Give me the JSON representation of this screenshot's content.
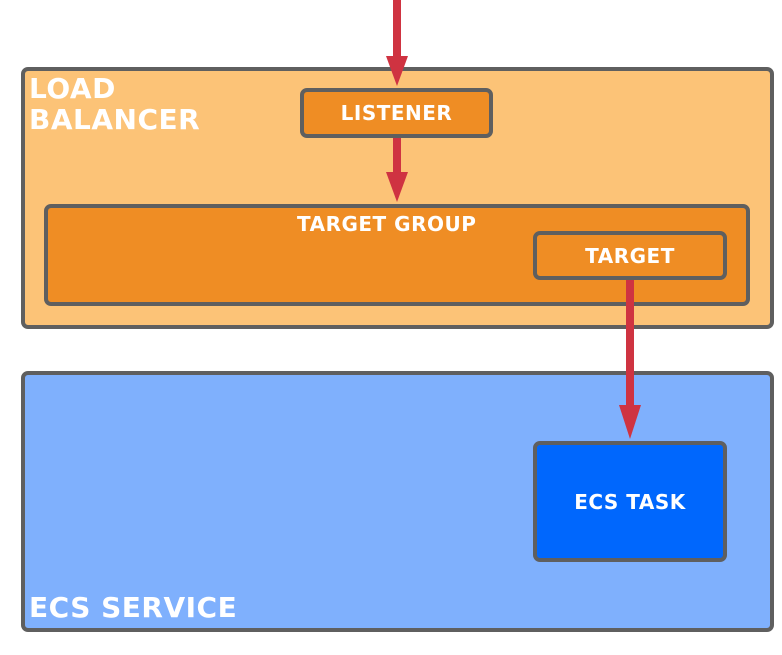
{
  "colors": {
    "load_balancer_fill": "#fcc377",
    "orange_component": "#ef8d24",
    "ecs_service_fill": "#7fb0fd",
    "ecs_task_fill": "#0067fd",
    "border": "#5f5f5f",
    "arrow": "#cf3341",
    "text": "#ffffff"
  },
  "load_balancer": {
    "label": "LOAD BALANCER",
    "line1": "LOAD",
    "line2": "BALANCER"
  },
  "listener": {
    "label": "LISTENER"
  },
  "target_group": {
    "label": "TARGET GROUP"
  },
  "target": {
    "label": "TARGET"
  },
  "ecs_service": {
    "label": "ECS SERVICE"
  },
  "ecs_task": {
    "label": "ECS TASK"
  }
}
